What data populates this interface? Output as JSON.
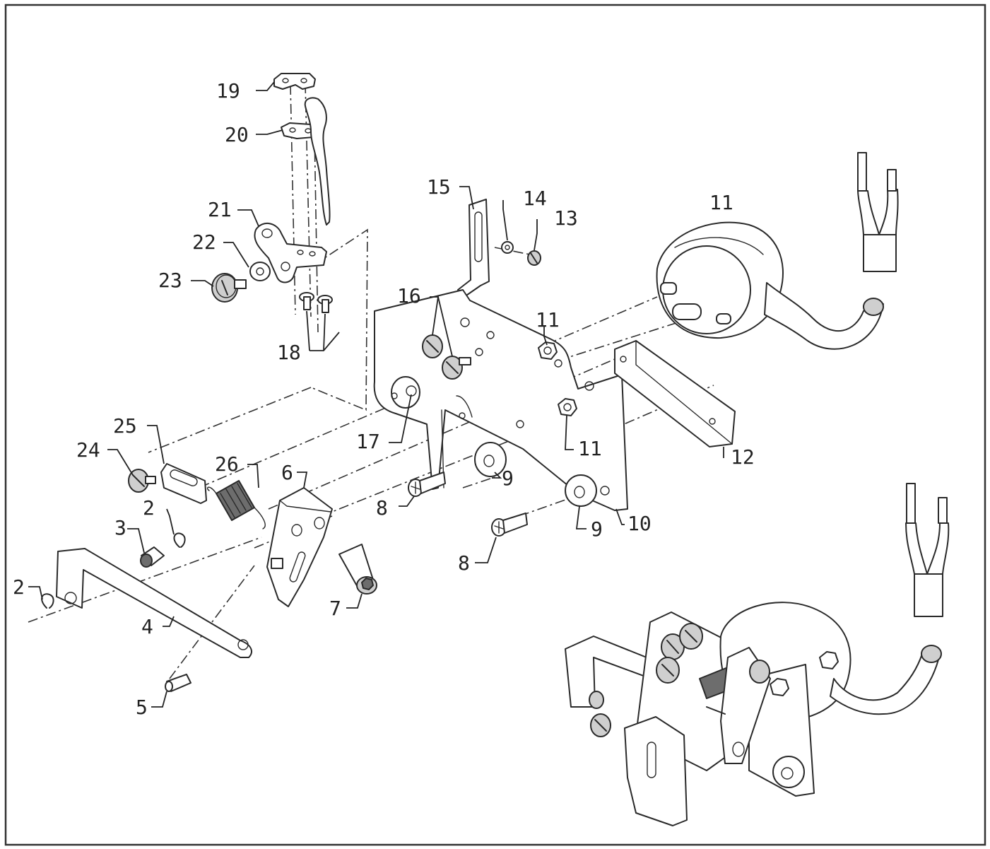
{
  "callouts": [
    {
      "id": "c19",
      "text": "19"
    },
    {
      "id": "c20",
      "text": "20"
    },
    {
      "id": "c21",
      "text": "21"
    },
    {
      "id": "c22",
      "text": "22"
    },
    {
      "id": "c23",
      "text": "23"
    },
    {
      "id": "c18",
      "text": "18"
    },
    {
      "id": "c15",
      "text": "15"
    },
    {
      "id": "c14",
      "text": "14"
    },
    {
      "id": "c13",
      "text": "13"
    },
    {
      "id": "c11a",
      "text": "11"
    },
    {
      "id": "c16",
      "text": "16"
    },
    {
      "id": "c11b",
      "text": "11"
    },
    {
      "id": "c11c",
      "text": "11"
    },
    {
      "id": "c12",
      "text": "12"
    },
    {
      "id": "c17",
      "text": "17"
    },
    {
      "id": "c25",
      "text": "25"
    },
    {
      "id": "c24",
      "text": "24"
    },
    {
      "id": "c26",
      "text": "26"
    },
    {
      "id": "c6",
      "text": "6"
    },
    {
      "id": "c9a",
      "text": "9"
    },
    {
      "id": "c8a",
      "text": "8"
    },
    {
      "id": "c10",
      "text": "10"
    },
    {
      "id": "c2a",
      "text": "2"
    },
    {
      "id": "c3",
      "text": "3"
    },
    {
      "id": "c9b",
      "text": "9"
    },
    {
      "id": "c8b",
      "text": "8"
    },
    {
      "id": "c2b",
      "text": "2"
    },
    {
      "id": "c7",
      "text": "7"
    },
    {
      "id": "c4",
      "text": "4"
    },
    {
      "id": "c5",
      "text": "5"
    }
  ]
}
